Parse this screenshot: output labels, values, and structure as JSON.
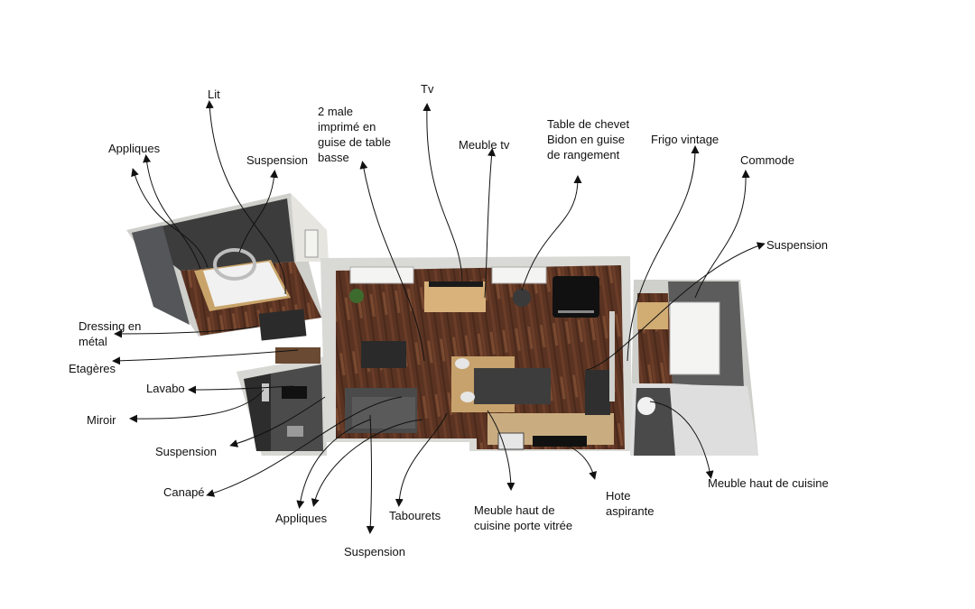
{
  "labels": {
    "lit": "Lit",
    "appliques_top": "Appliques",
    "suspension_top": "Suspension",
    "male": "2 male\nimprimé en\nguise de table\nbasse",
    "tv": "Tv",
    "meuble_tv": "Meuble tv",
    "table_chevet": "Table de chevet\nBidon en guise\nde rangement",
    "frigo": "Frigo vintage",
    "commode": "Commode",
    "suspension_right": "Suspension",
    "dressing": "Dressing en\nmétal",
    "etageres": "Etagères",
    "lavabo": "Lavabo",
    "miroir": "Miroir",
    "suspension_left": "Suspension",
    "canape": "Canapé",
    "appliques_bottom": "Appliques",
    "suspension_bottom": "Suspension",
    "tabourets": "Tabourets",
    "meuble_vitree": "Meuble haut de\ncuisine porte vitrée",
    "hote": "Hote\naspirante",
    "meuble_haut": "Meuble haut de cuisine"
  },
  "colors": {
    "floor_wood": "#5a3322",
    "wall_dark": "#3a3a3a",
    "wall_light": "#d8d8d4",
    "arrow": "#111111"
  }
}
